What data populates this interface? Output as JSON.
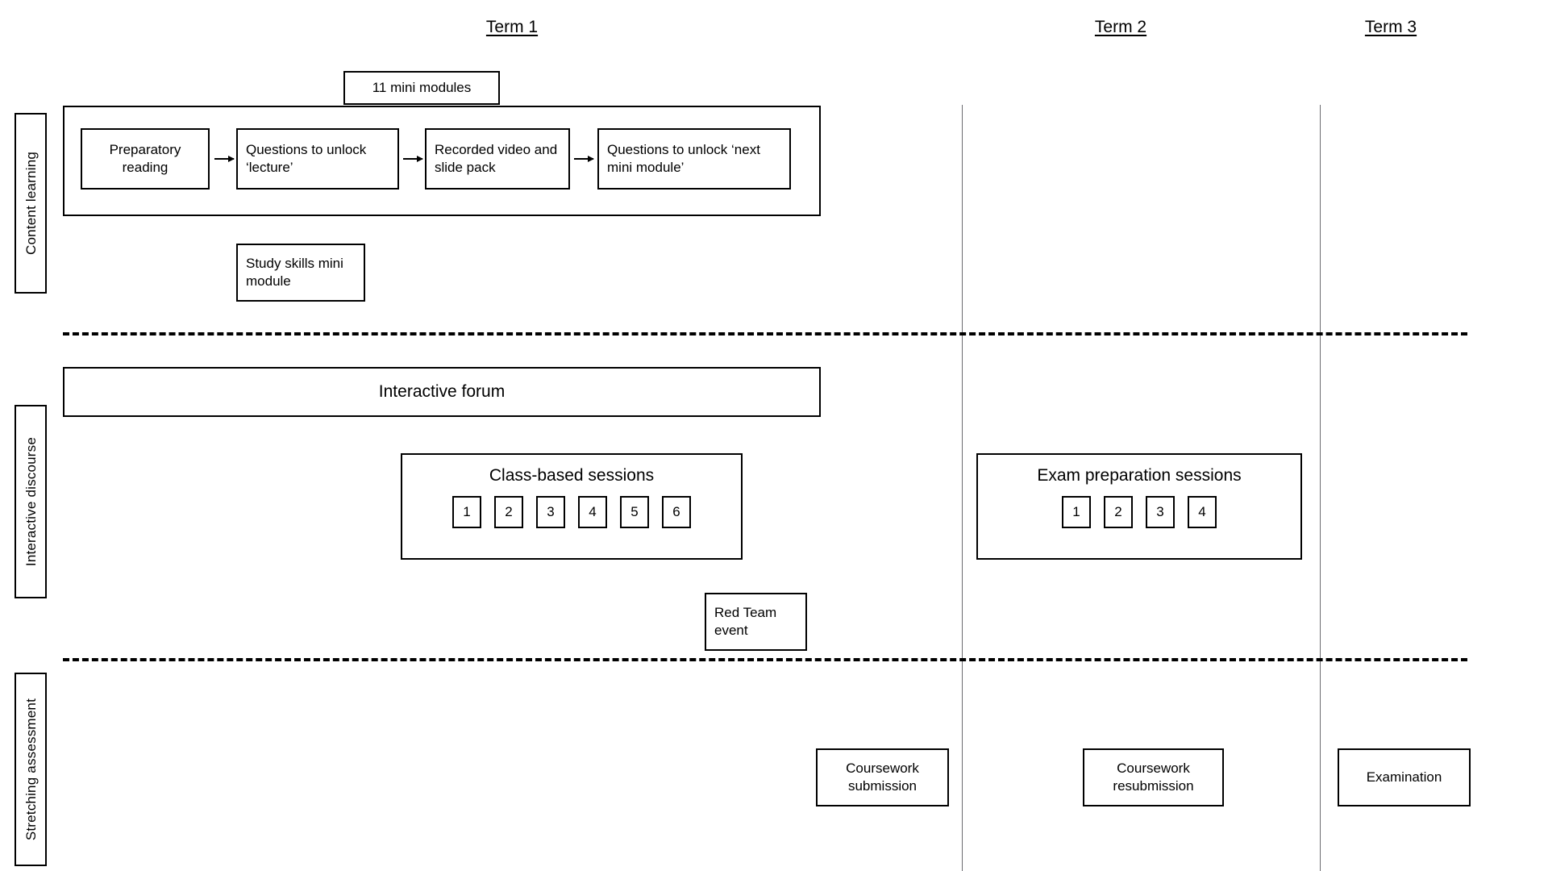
{
  "terms": [
    {
      "label": "Term 1"
    },
    {
      "label": "Term 2"
    },
    {
      "label": "Term 3"
    }
  ],
  "bands": [
    {
      "label": "Content learning"
    },
    {
      "label": "Interactive discourse"
    },
    {
      "label": "Stretching assessment"
    }
  ],
  "content_learning": {
    "group_label": "11 mini modules",
    "steps": [
      {
        "label": "Preparatory reading"
      },
      {
        "label": "Questions to unlock ‘lecture’"
      },
      {
        "label": "Recorded video and slide pack"
      },
      {
        "label": "Questions to unlock ‘next mini module’"
      }
    ],
    "study_skills": {
      "label": "Study skills mini module"
    }
  },
  "interactive_discourse": {
    "forum": {
      "label": "Interactive forum"
    },
    "class_sessions": {
      "title": "Class-based sessions",
      "numbers": [
        "1",
        "2",
        "3",
        "4",
        "5",
        "6"
      ]
    },
    "exam_prep_sessions": {
      "title": "Exam preparation sessions",
      "numbers": [
        "1",
        "2",
        "3",
        "4"
      ]
    },
    "red_team": {
      "label": "Red Team event"
    }
  },
  "stretching_assessment": {
    "items": [
      {
        "label": "Coursework submission"
      },
      {
        "label": "Coursework resubmission"
      },
      {
        "label": "Examination"
      }
    ]
  },
  "colors": {
    "stroke": "#000000",
    "divider": "#6b6b70",
    "background": "#ffffff"
  }
}
